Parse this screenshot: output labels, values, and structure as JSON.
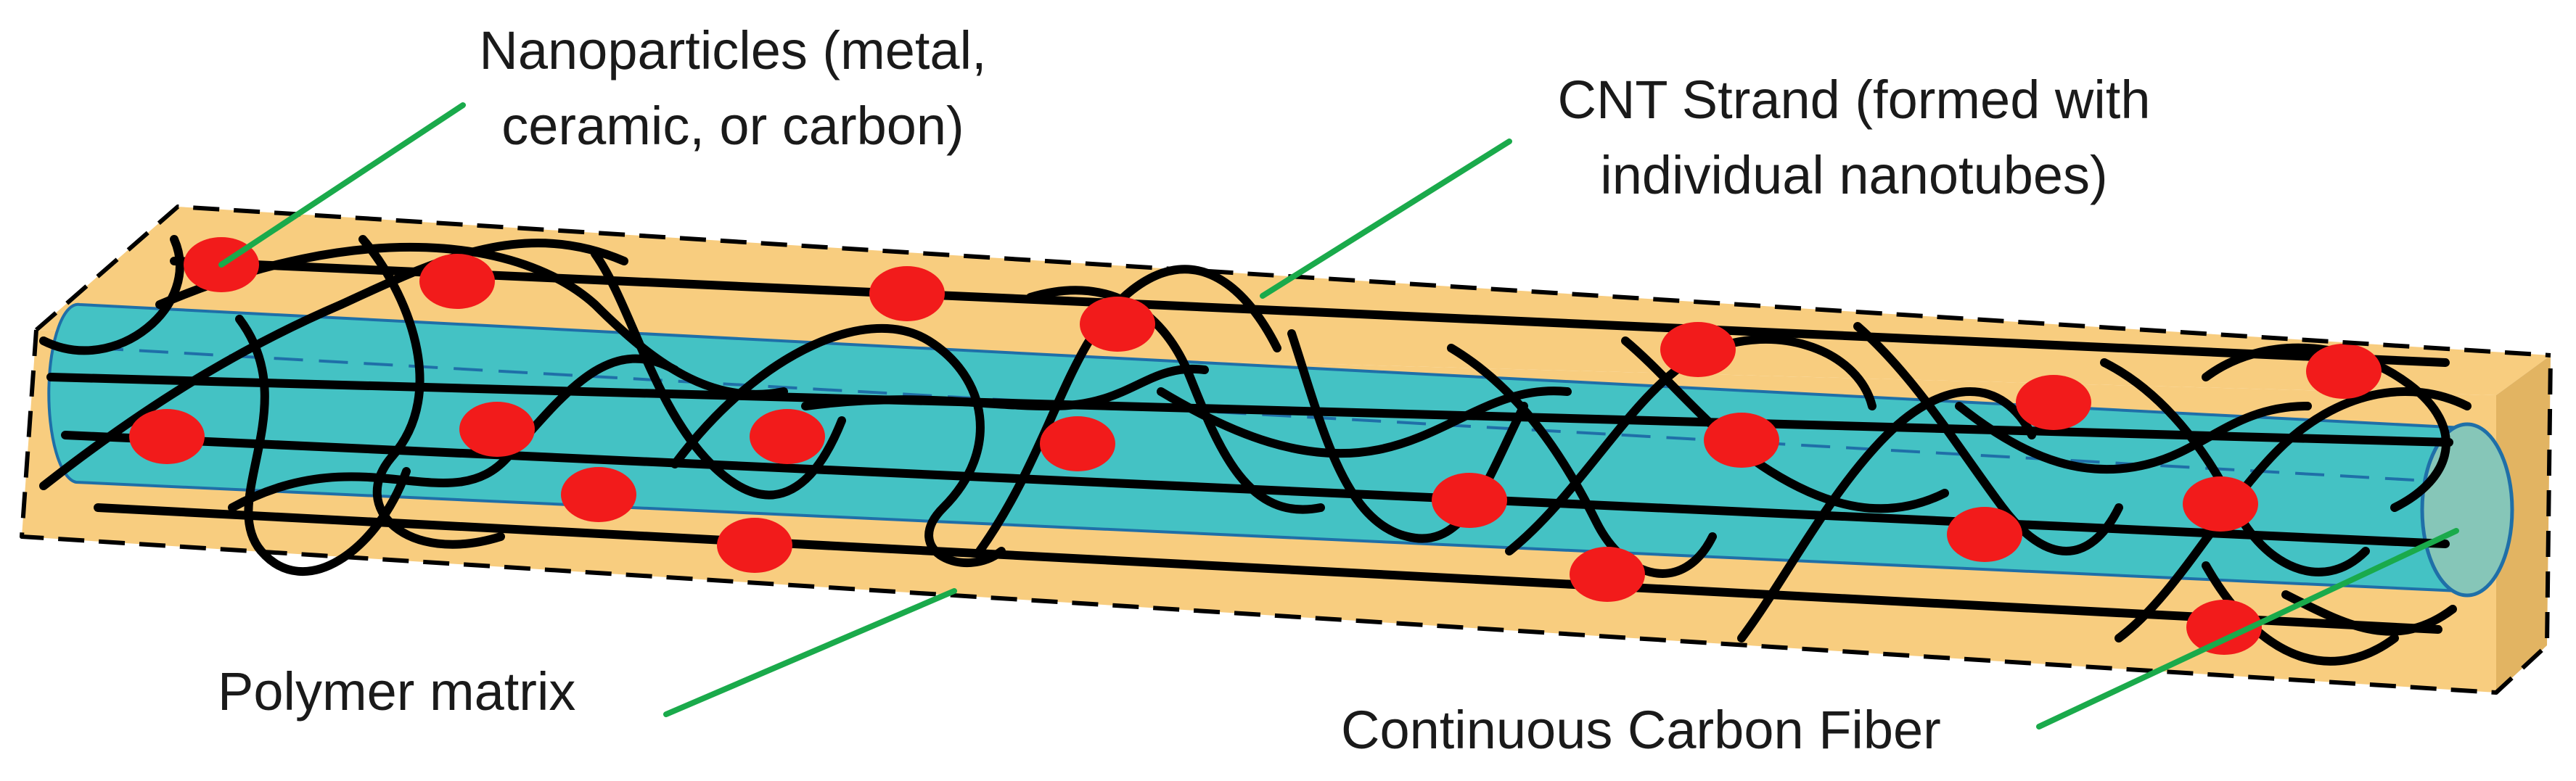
{
  "labels": {
    "nanoparticles": {
      "line1": "Nanoparticles (metal,",
      "line2": "ceramic, or carbon)"
    },
    "cnt_strand": {
      "line1": "CNT Strand (formed with",
      "line2": "individual nanotubes)"
    },
    "polymer_matrix": "Polymer matrix",
    "carbon_fiber": "Continuous Carbon Fiber"
  },
  "colors": {
    "matrix_fill": "#F8CD7F",
    "matrix_side": "#E2B462",
    "fiber_fill": "#44C2C4",
    "fiber_edge": "#1F6FA8",
    "fiber_end": "#86C6B8",
    "nanoparticle": "#F21B1B",
    "cnt_strand": "#000000",
    "leader_line": "#1AAA4B"
  },
  "icons": {
    "nanoparticle": "red-ellipse",
    "cnt_strand": "black-curve"
  }
}
